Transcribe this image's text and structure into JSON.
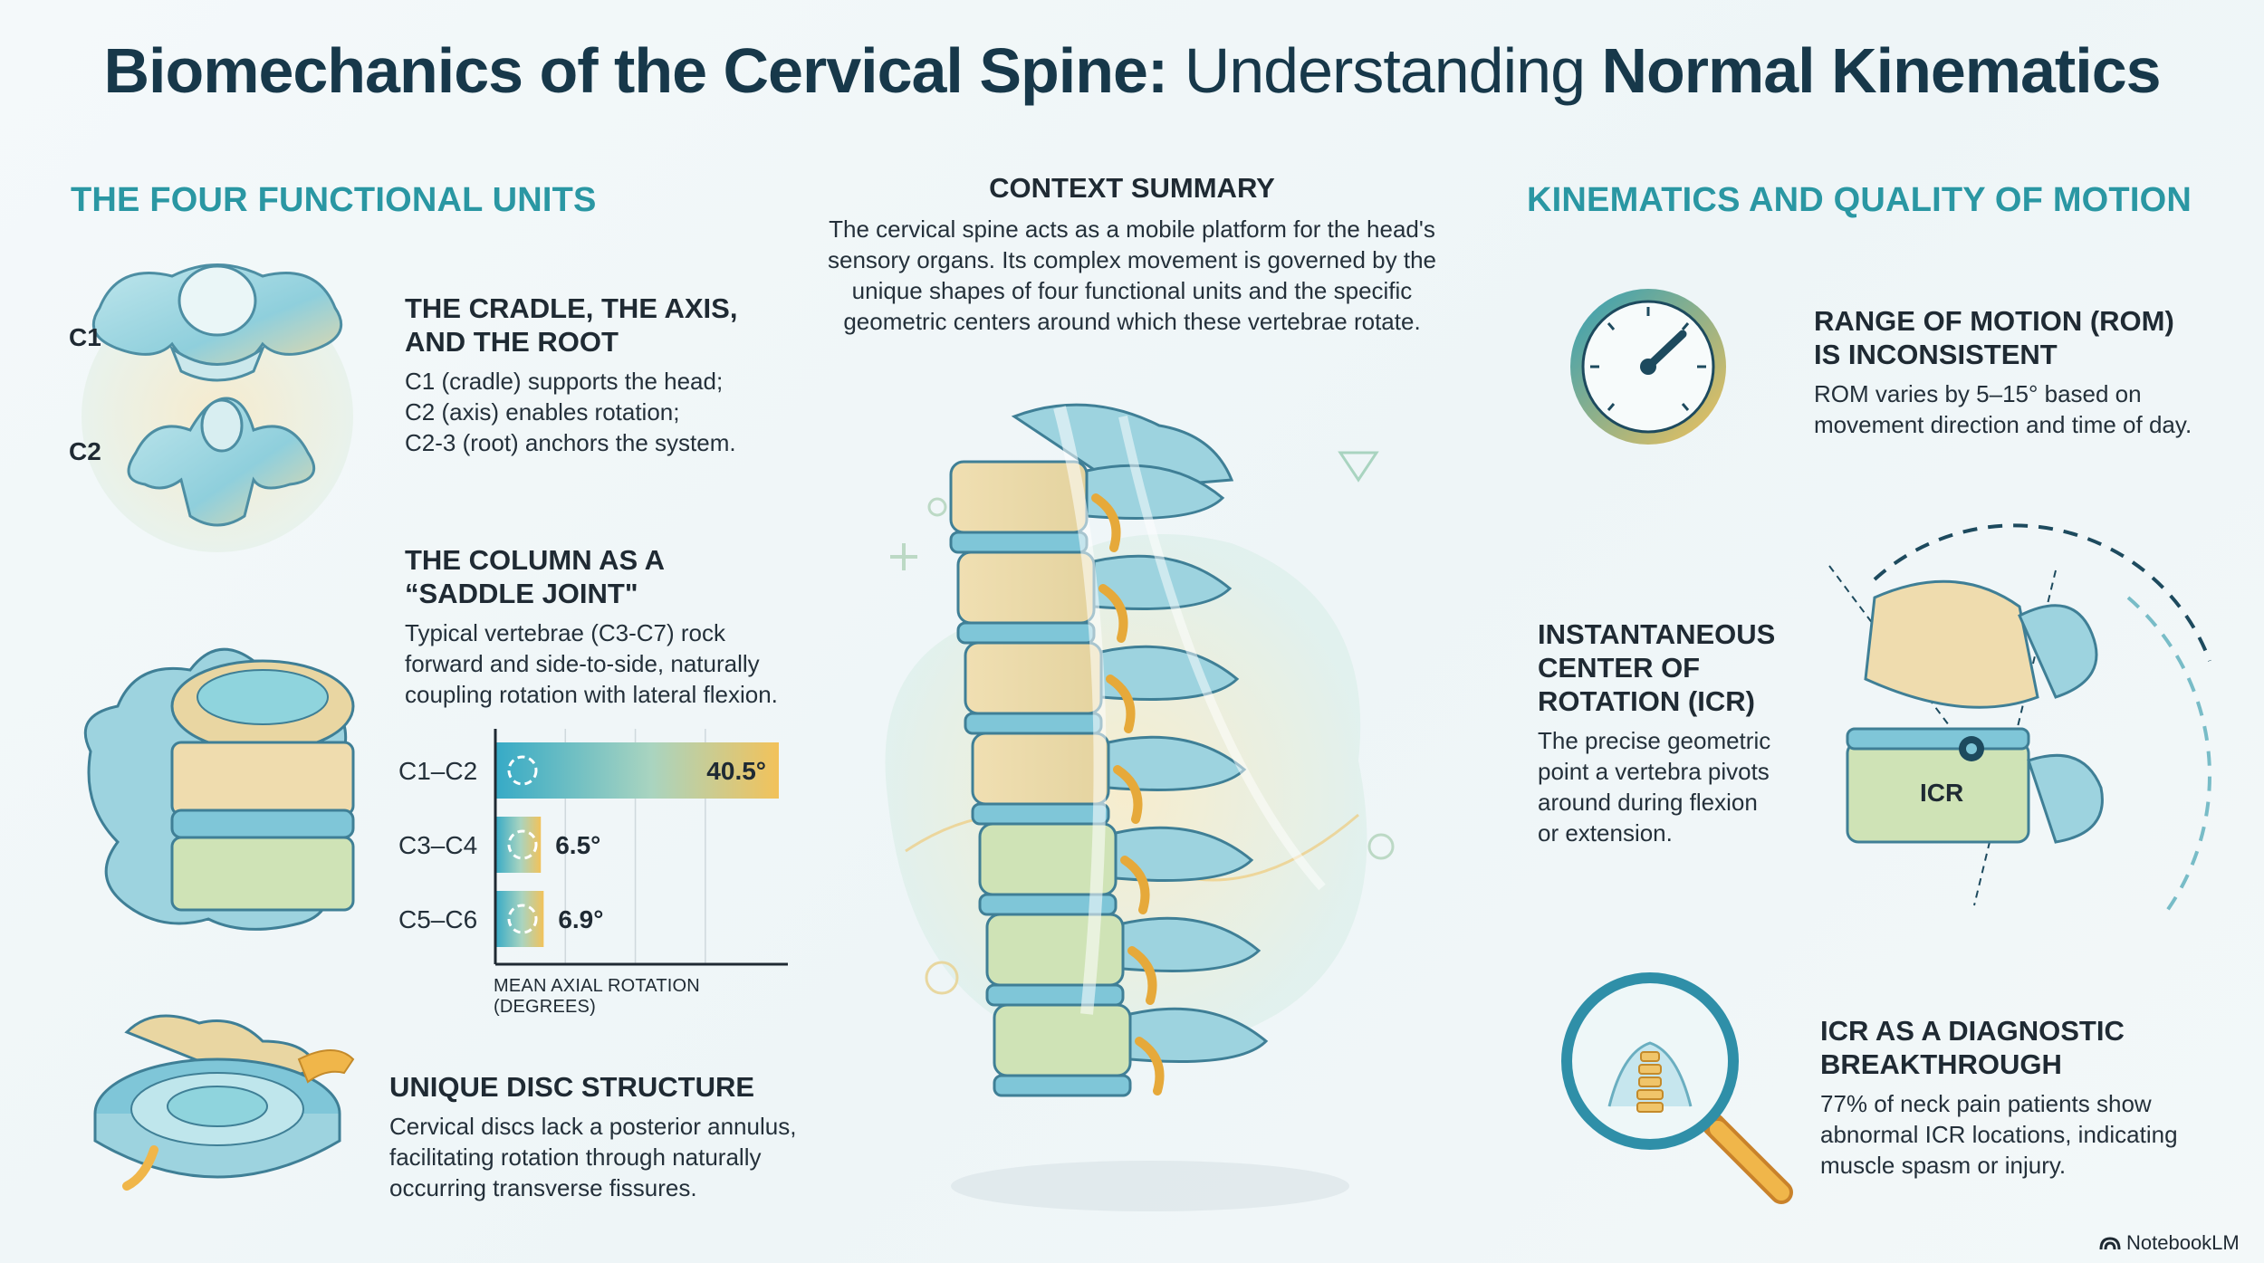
{
  "title": {
    "part1": "Biomechanics of the Cervical Spine:",
    "part2": "Understanding",
    "part3": "Normal Kinematics"
  },
  "left": {
    "heading": "THE FOUR FUNCTIONAL UNITS",
    "cards": [
      {
        "heading_lines": [
          "THE CRADLE, THE AXIS,",
          "AND THE ROOT"
        ],
        "body_lines": [
          "C1 (cradle) supports the head;",
          "C2 (axis) enables rotation;",
          "C2-3 (root) anchors the system."
        ],
        "labels": [
          "C1",
          "C2"
        ]
      },
      {
        "heading_lines": [
          "THE COLUMN AS A",
          "“SADDLE JOINT\""
        ],
        "body_lines": [
          "Typical vertebrae (C3-C7) rock",
          "forward and side-to-side, naturally",
          "coupling rotation with lateral flexion."
        ]
      },
      {
        "heading_lines": [
          "UNIQUE DISC STRUCTURE"
        ],
        "body_lines": [
          "Cervical discs lack a posterior annulus,",
          "facilitating rotation through naturally",
          "occurring transverse fissures."
        ]
      }
    ]
  },
  "chart_data": {
    "type": "bar",
    "orientation": "horizontal",
    "categories": [
      "C1–C2",
      "C3–C4",
      "C5–C6"
    ],
    "values": [
      40.5,
      6.5,
      6.9
    ],
    "value_labels": [
      "40.5°",
      "6.5°",
      "6.9°"
    ],
    "xlabel": "MEAN AXIAL ROTATION (DEGREES)",
    "xlim": [
      0,
      40.5
    ],
    "grid": true,
    "colors": [
      "#36aac6",
      "#a9d4c0",
      "#f2c25a"
    ]
  },
  "center": {
    "heading": "CONTEXT SUMMARY",
    "body_lines": [
      "The cervical spine acts as a mobile platform for the head's",
      "sensory organs. Its complex movement is governed by the",
      "unique shapes of four functional units and the specific",
      "geometric centers around which these vertebrae rotate."
    ]
  },
  "right": {
    "heading": "KINEMATICS AND QUALITY OF MOTION",
    "cards": [
      {
        "heading_lines": [
          "RANGE OF MOTION (ROM)",
          "IS INCONSISTENT"
        ],
        "body_lines": [
          "ROM varies by 5–15° based on",
          "movement direction and time of day."
        ]
      },
      {
        "heading_lines": [
          "INSTANTANEOUS",
          "CENTER OF",
          "ROTATION (ICR)"
        ],
        "body_lines": [
          "The precise geometric",
          "point a vertebra pivots",
          "around during flexion",
          "or extension."
        ],
        "icr_label": "ICR"
      },
      {
        "heading_lines": [
          "ICR AS A DIAGNOSTIC",
          "BREAKTHROUGH"
        ],
        "body_lines": [
          "77% of neck pain patients show",
          "abnormal ICR locations, indicating",
          "muscle spasm or injury."
        ]
      }
    ]
  },
  "brand": "NotebookLM",
  "colors": {
    "teal": "#2a97a3",
    "navy": "#17384a",
    "gold": "#f2c25a",
    "blue": "#36aac6"
  }
}
